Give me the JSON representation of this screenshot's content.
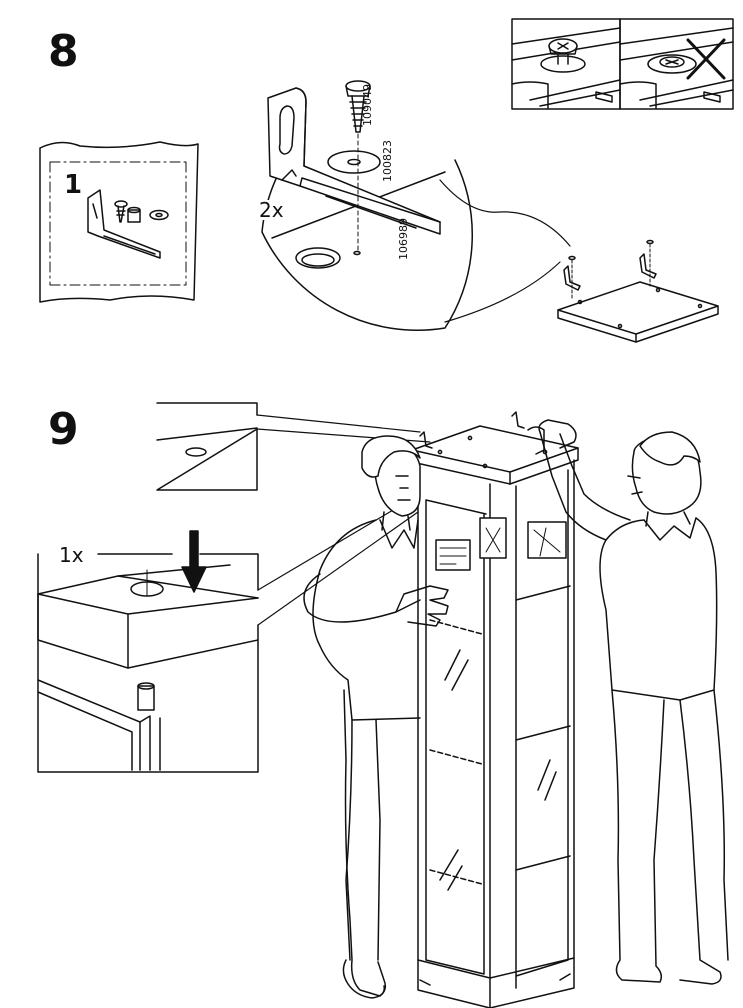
{
  "step8": {
    "number": "8",
    "parts_count": "1",
    "quantity": "2x",
    "part_numbers": [
      "109049",
      "100823",
      "106989"
    ]
  },
  "step9": {
    "number": "9",
    "quantity": "1x"
  },
  "icons": [
    "correct-screw-icon",
    "wrong-screw-icon",
    "arrow-down-icon"
  ]
}
